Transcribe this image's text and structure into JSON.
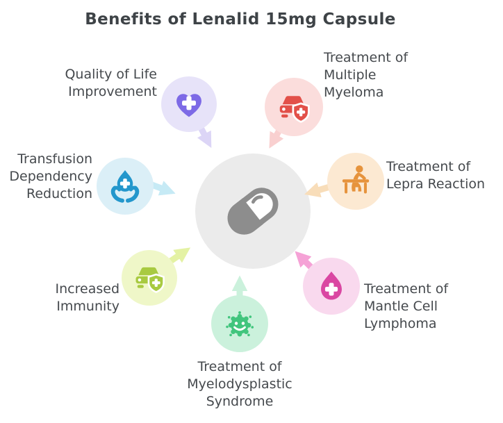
{
  "title": "Benefits of Lenalid 15mg Capsule",
  "title_color": "#3e4347",
  "text_color": "#45494d",
  "center": {
    "icon": "capsule-icon",
    "bg_color": "#ebebeb",
    "icon_color": "#8d8d8d"
  },
  "nodes": [
    {
      "id": "quality-of-life",
      "label": [
        "Quality of Life",
        "Improvement"
      ],
      "icon": "heart-plus-icon",
      "colors": {
        "bg": "#e7e3f9",
        "fg": "#7d6ae6",
        "arrow": "#dcd5f6"
      }
    },
    {
      "id": "multiple-myeloma",
      "label": [
        "Treatment of",
        "Multiple",
        "Myeloma"
      ],
      "icon": "ambulance-shield-icon",
      "colors": {
        "bg": "#fbdddc",
        "fg": "#e25049",
        "arrow": "#f9d0d0"
      }
    },
    {
      "id": "lepra-reaction",
      "label": [
        "Treatment of",
        "Lepra Reaction"
      ],
      "icon": "person-desk-icon",
      "colors": {
        "bg": "#fce9d2",
        "fg": "#e6933c",
        "arrow": "#f8ddb9"
      }
    },
    {
      "id": "mantle-cell-lymphoma",
      "label": [
        "Treatment of",
        "Mantle Cell",
        "Lymphoma"
      ],
      "icon": "drop-plus-icon",
      "colors": {
        "bg": "#f9d9ee",
        "fg": "#da47a2",
        "arrow": "#f5a2d6"
      }
    },
    {
      "id": "myelodysplastic-syndrome",
      "label": [
        "Treatment of",
        "Myelodysplastic",
        "Syndrome"
      ],
      "icon": "germ-icon",
      "colors": {
        "bg": "#cbf1dc",
        "fg": "#41c57d",
        "arrow": "#cbf1dc"
      }
    },
    {
      "id": "increased-immunity",
      "label": [
        "Increased",
        "Immunity"
      ],
      "icon": "car-shield-icon",
      "colors": {
        "bg": "#eff7c8",
        "fg": "#a8ca41",
        "arrow": "#e4f2a4"
      }
    },
    {
      "id": "transfusion-dependency",
      "label": [
        "Transfusion",
        "Dependency",
        "Reduction"
      ],
      "icon": "hands-drop-icon",
      "colors": {
        "bg": "#dbeff7",
        "fg": "#2397cc",
        "arrow": "#c6eaf5"
      }
    }
  ]
}
